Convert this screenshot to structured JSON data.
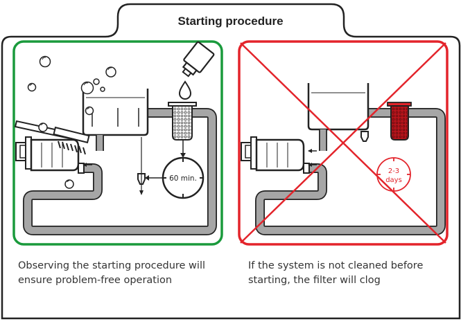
{
  "title": "Starting procedure",
  "colors": {
    "good": "#1a9a3c",
    "bad": "#e3242b",
    "pipe": "#a6a6a6",
    "outline": "#222222"
  },
  "panels": {
    "correct": {
      "timer_label": "60 min.",
      "caption_line1": "Observing the starting procedure will",
      "caption_line2": "ensure problem-free operation"
    },
    "incorrect": {
      "timer_line1": "2-3",
      "timer_line2": "days",
      "caption_line1": "If the system is not cleaned before",
      "caption_line2": "starting, the filter will clog"
    }
  }
}
